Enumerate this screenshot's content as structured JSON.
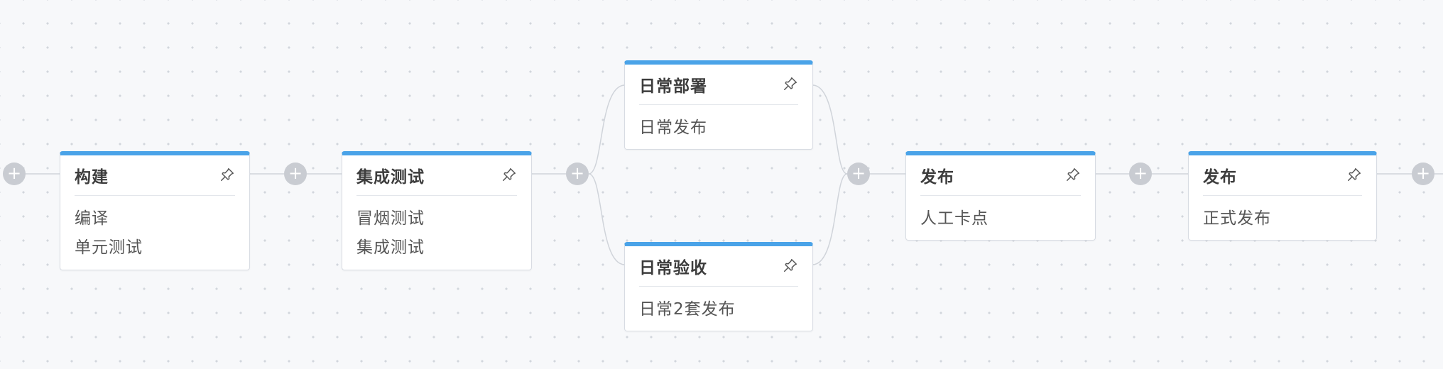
{
  "pipeline": {
    "stages": [
      {
        "title": "构建",
        "items": [
          "编译",
          "单元测试"
        ]
      },
      {
        "title": "集成测试",
        "items": [
          "冒烟测试",
          "集成测试"
        ]
      },
      {
        "title": "日常部署",
        "items": [
          "日常发布"
        ]
      },
      {
        "title": "日常验收",
        "items": [
          "日常2套发布"
        ]
      },
      {
        "title": "发布",
        "items": [
          "人工卡点"
        ]
      },
      {
        "title": "发布",
        "items": [
          "正式发布"
        ]
      }
    ],
    "add_symbol": "+",
    "pin_icon": "pin-icon"
  },
  "colors": {
    "accent": "#4aa3e8",
    "add_button": "#c9ccd2",
    "connector": "#d0d4da"
  }
}
